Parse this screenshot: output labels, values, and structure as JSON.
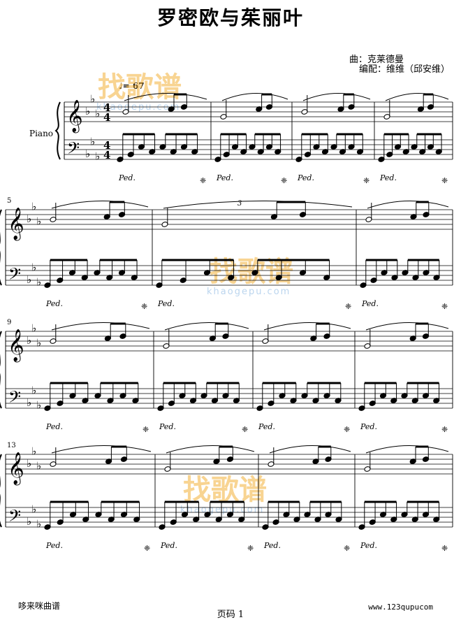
{
  "title": "罗密欧与茱丽叶",
  "credits": {
    "composer": "曲：克莱德曼",
    "arranger": "编配：维维（邱安维）"
  },
  "tempo": "♩= 67",
  "instrument": "Piano",
  "time_signature": {
    "top": "4",
    "bottom": "4"
  },
  "key_signature": "E-flat major (3 flats)",
  "measure_numbers": [
    "5",
    "9",
    "13"
  ],
  "triplet_mark": "3",
  "pedal_mark": "Ped.",
  "pedal_release": "❈",
  "watermark": {
    "text": "找歌谱",
    "url": "khaogepu.com"
  },
  "footer": {
    "left": "哆来咪曲谱",
    "center": "页码 1",
    "right": "www.123qupucom"
  },
  "colors": {
    "ink": "#000000",
    "watermark_orange": "#f4b23a",
    "watermark_blue": "#9fc4e8"
  }
}
